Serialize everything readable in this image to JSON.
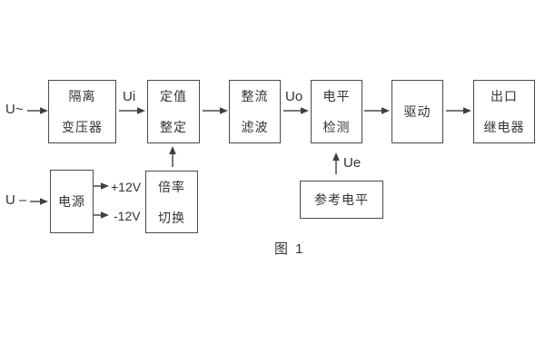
{
  "diagram": {
    "caption": "图 1",
    "blocks": {
      "isolation_transformer": {
        "line1": "隔离",
        "line2": "变压器"
      },
      "value_setting": {
        "line1": "定值",
        "line2": "整定"
      },
      "rectify_filter": {
        "line1": "整流",
        "line2": "滤波"
      },
      "level_detect": {
        "line1": "电平",
        "line2": "检测"
      },
      "drive": {
        "label": "驱动"
      },
      "output_relay": {
        "line1": "出口",
        "line2": "继电器"
      },
      "power": {
        "label": "电源"
      },
      "ratio_switch": {
        "line1": "倍率",
        "line2": "切换"
      },
      "reference_level": {
        "label": "参考电平"
      }
    },
    "signals": {
      "ac_input": "U~",
      "dc_input": "U –",
      "ui": "Ui",
      "uo": "Uo",
      "ue": "Ue",
      "plus_12v": "+12V",
      "minus_12v": "-12V"
    },
    "colors": {
      "line": "#4a4a4a",
      "text": "#333333",
      "background": "#ffffff"
    }
  }
}
